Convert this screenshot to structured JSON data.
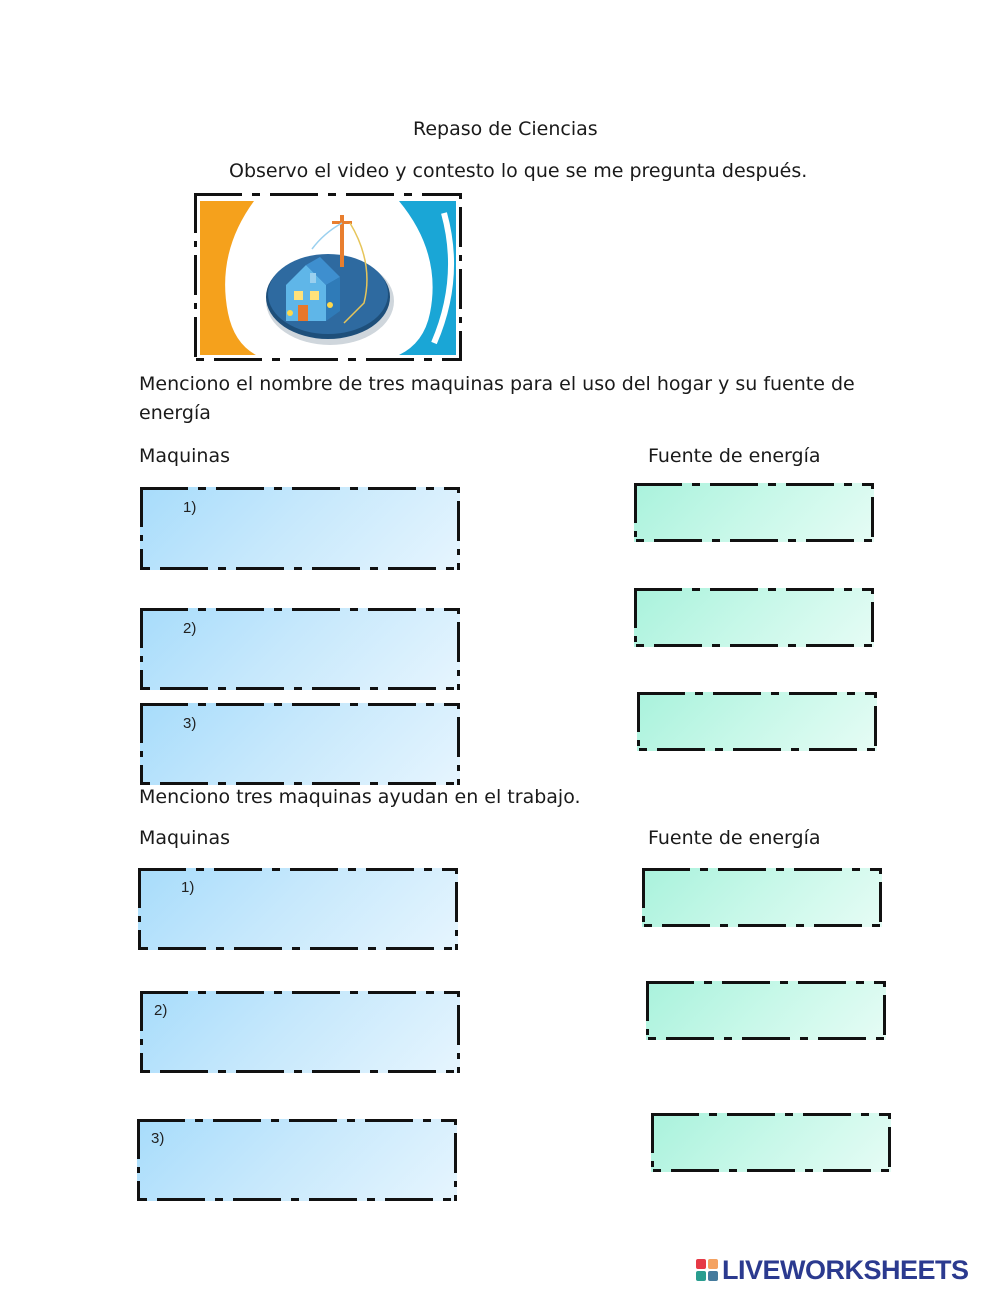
{
  "title": "Repaso de Ciencias",
  "instruction": "Observo el video y contesto lo que se me pregunta después.",
  "section1": {
    "question_line1": "Menciono el nombre de tres maquinas para el uso del hogar y su fuente de",
    "question_line2": "energía",
    "left_header": "Maquinas",
    "right_header": "Fuente de energía",
    "numbers": [
      "1)",
      "2)",
      "3)"
    ]
  },
  "section2": {
    "question": "Menciono tres maquinas ayudan en el trabajo.",
    "left_header": "Maquinas",
    "right_header": "Fuente de energía",
    "numbers": [
      "1)",
      "2)",
      "3)"
    ]
  },
  "logo": {
    "text": "LIVEWORKSHEETS"
  },
  "colors": {
    "machine_box": "#c6e8fc",
    "energy_box": "#c8f8e9",
    "logo": "#2b3a8f",
    "orange": "#f5a11c",
    "cyan": "#1aa6d6"
  }
}
